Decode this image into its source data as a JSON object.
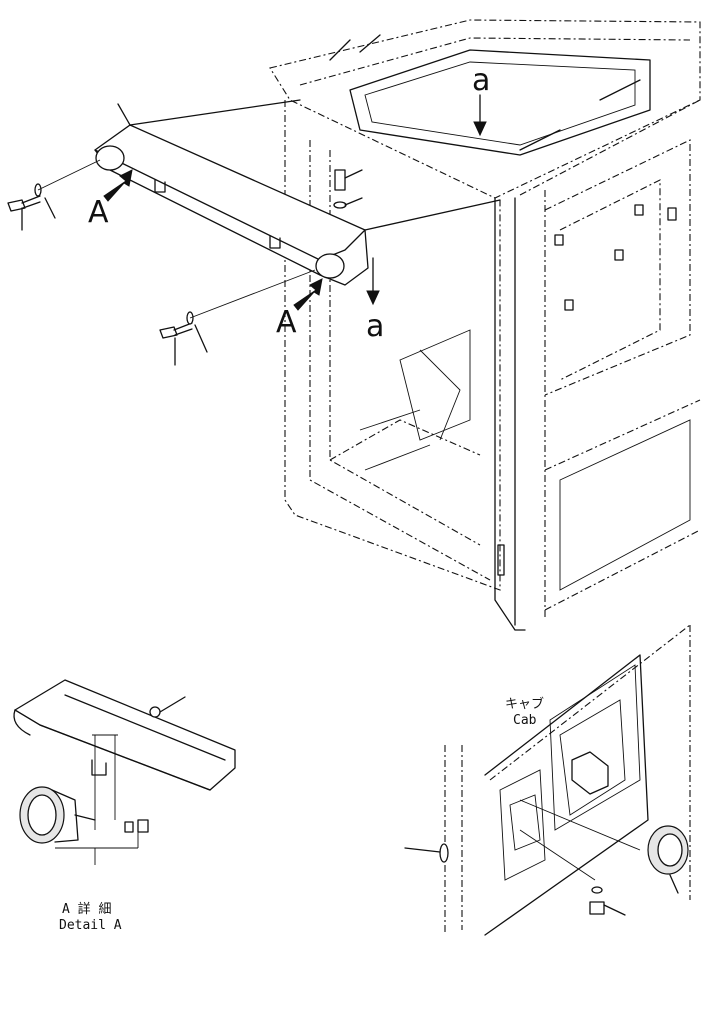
{
  "labels": {
    "view_a_upper": "A",
    "view_a_lower": "A",
    "ref_a_top": "a",
    "ref_a_mid": "a",
    "cab_jp": "キャブ",
    "cab_en": "Cab",
    "detail_jp": "A 詳 細",
    "detail_en": "Detail A"
  }
}
